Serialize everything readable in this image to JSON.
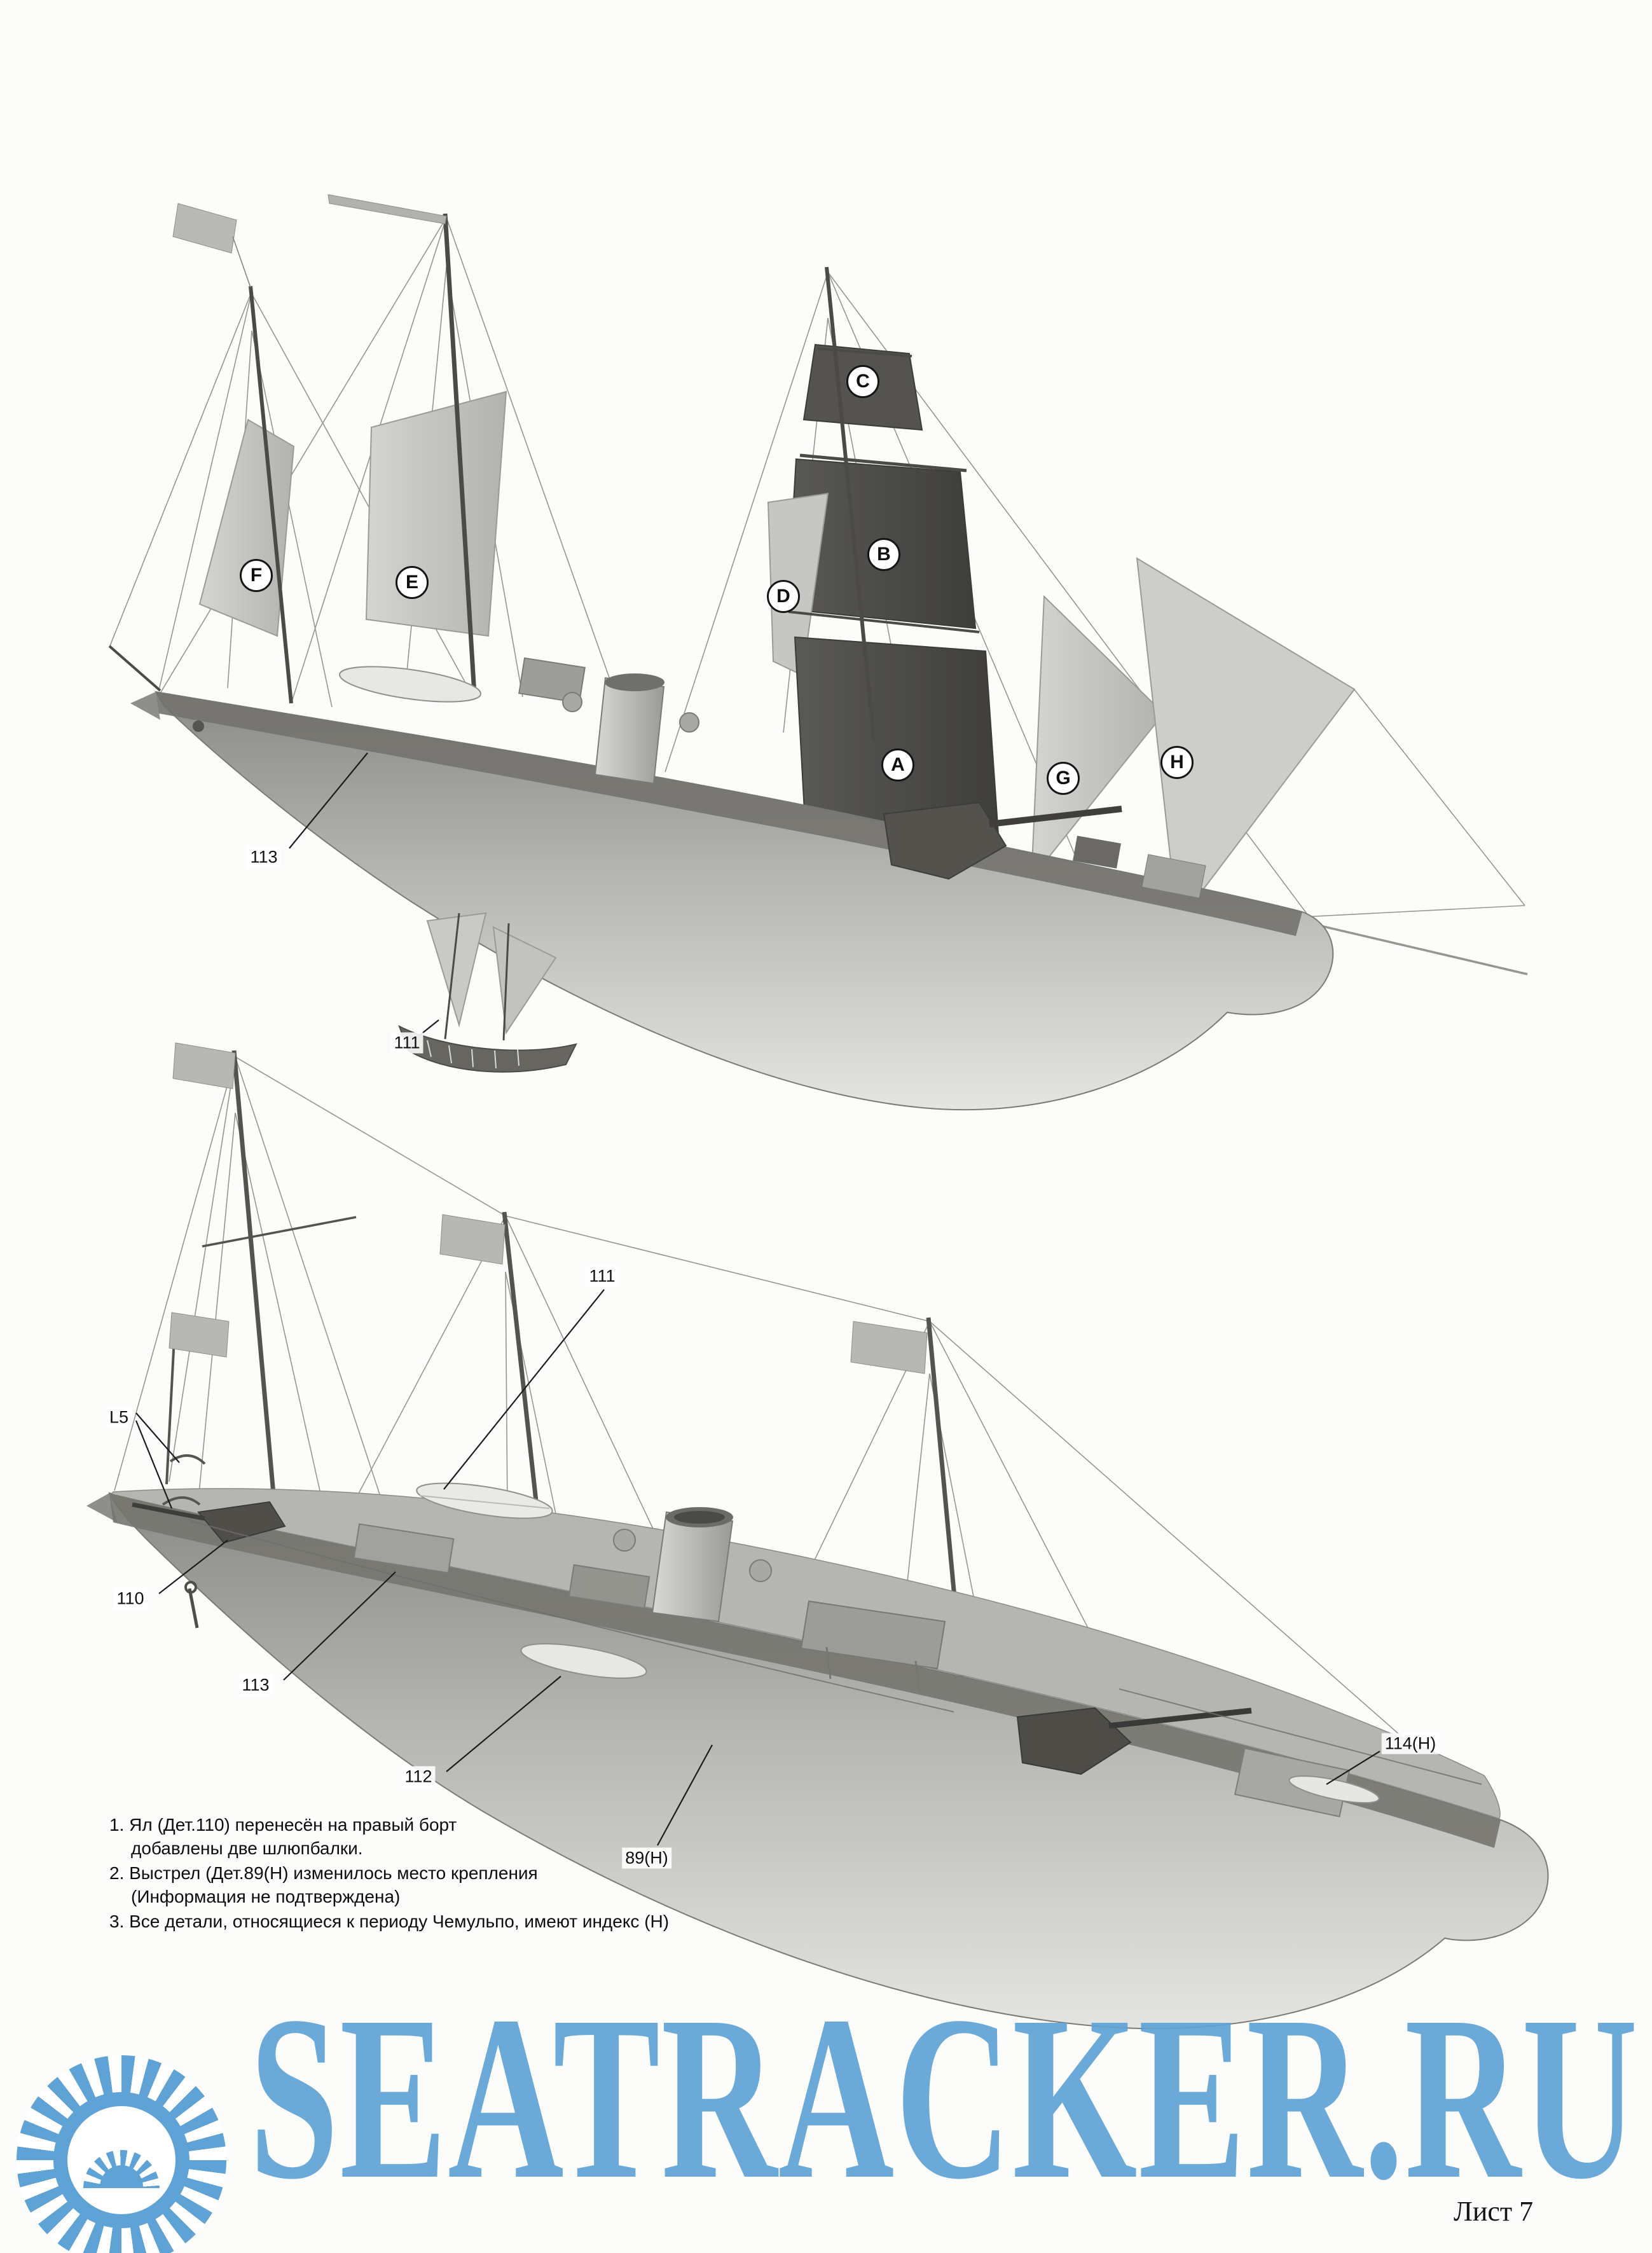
{
  "page": {
    "sheet_label": "Лист 7"
  },
  "watermark": {
    "text": "SEATRACKER.RU",
    "color": "#5fa3d6",
    "logo": "sunburst-sun-logo"
  },
  "top_illustration": {
    "description_icon": "ship-with-sails-render",
    "sails": [
      "F",
      "E",
      "C",
      "B",
      "D",
      "A",
      "G",
      "H"
    ],
    "parts": [
      "113",
      "111"
    ]
  },
  "bottom_illustration": {
    "description_icon": "ship-without-sails-render",
    "parts": [
      "111",
      "L5",
      "110",
      "113",
      "112",
      "89(H)",
      "114(H)"
    ]
  },
  "notes": {
    "items": [
      "1. Ял (Дет.110) перенесён на правый борт\nдобавлены две шлюпбалки.",
      "2. Выстрел (Дет.89(Н) изменилось место крепления\n(Информация не подтверждена)",
      "3. Все детали,  относящиеся к периоду Чемульпо,  имеют индекс (Н)"
    ]
  }
}
